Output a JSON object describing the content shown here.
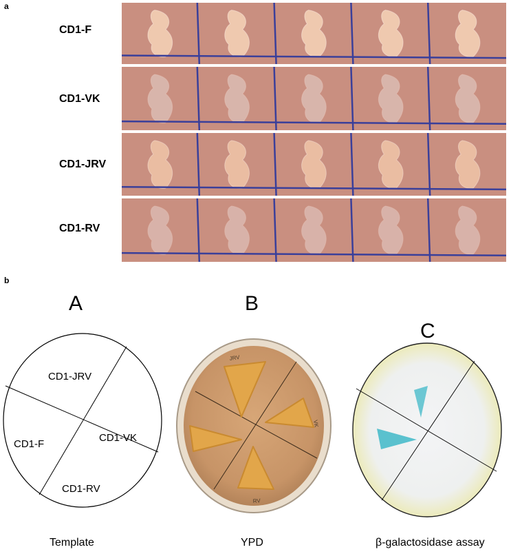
{
  "panel_a": {
    "letter": "a",
    "rows": [
      {
        "label": "CD1-F",
        "colony_color": "#f2cdb2",
        "opacity": 0.95
      },
      {
        "label": "CD1-VK",
        "colony_color": "#e6d4cf",
        "opacity": 0.55
      },
      {
        "label": "CD1-JRV",
        "colony_color": "#f0c6a8",
        "opacity": 0.85
      },
      {
        "label": "CD1-RV",
        "colony_color": "#e8d6d2",
        "opacity": 0.5
      }
    ],
    "patches_per_row": 5,
    "plate_color": "#c98f80",
    "grid_color": "#3a3f9a"
  },
  "panel_b": {
    "letter": "b",
    "plates": [
      {
        "letter": "A",
        "caption": "Template",
        "sectors": [
          "CD1-JRV",
          "CD1-F",
          "CD1-VK",
          "CD1-RV"
        ]
      },
      {
        "letter": "B",
        "caption": "YPD",
        "agar_color": "#c9986a",
        "colony_color": "#e2a64a",
        "lid_labels": [
          "JRV",
          "VK",
          "RV"
        ]
      },
      {
        "letter": "C",
        "caption": "β-galactosidase assay",
        "positive_color": "#3fb8c8",
        "rim_color": "#e8e3a0"
      }
    ]
  }
}
